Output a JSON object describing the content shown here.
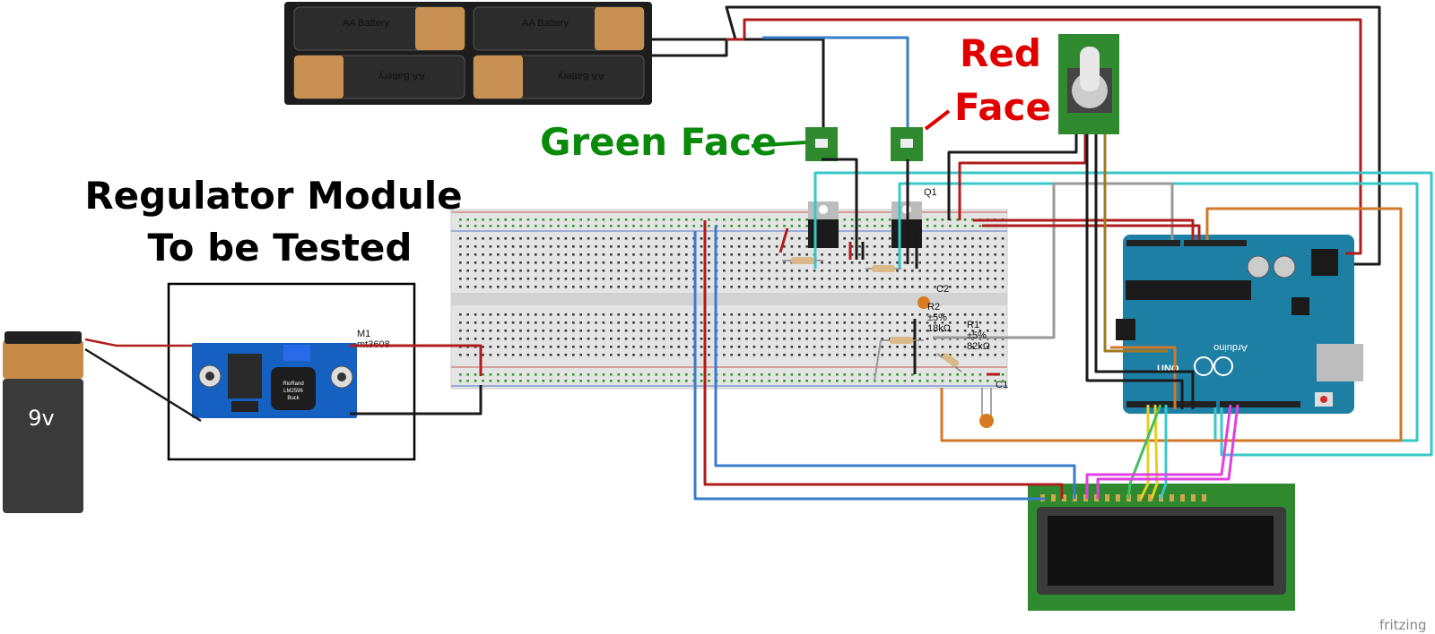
{
  "batteries": {
    "top_labels": [
      "AA Battery",
      "AA Battery"
    ],
    "bottom_labels": [
      "AA Battery",
      "AA Battery"
    ]
  },
  "nine_volt": {
    "label": "9v"
  },
  "labels": {
    "green_face": "Green Face",
    "red_face_line1": "Red",
    "red_face_line2": "Face",
    "regulator_line1": "Regulator Module",
    "regulator_line2": "To be Tested"
  },
  "module": {
    "ref": "M1",
    "name": "mt3608"
  },
  "components": {
    "q1": "Q1",
    "c2": "C2",
    "c1": "C1",
    "r2": [
      "R2",
      "±5%",
      "18kΩ"
    ],
    "r1": [
      "R1",
      "±5%",
      "82kΩ"
    ]
  },
  "arduino": {
    "brand": "Arduino",
    "uno": "UNO"
  },
  "watermark": "fritzing",
  "colors": {
    "wire_red": "#b01c1c",
    "wire_black": "#1a1a1a",
    "wire_blue": "#3a7cc9",
    "wire_cyan": "#38c8c8",
    "wire_orange": "#d2782a",
    "wire_gray": "#999999",
    "wire_magenta": "#e040e0",
    "wire_yellow": "#e6d020",
    "wire_green": "#40c060",
    "label_green": "#0a8a0a",
    "label_red": "#e00000",
    "arduino_blue": "#1e7fa5",
    "lcd_green": "#2f8a2f",
    "module_blue": "#1560c0"
  }
}
